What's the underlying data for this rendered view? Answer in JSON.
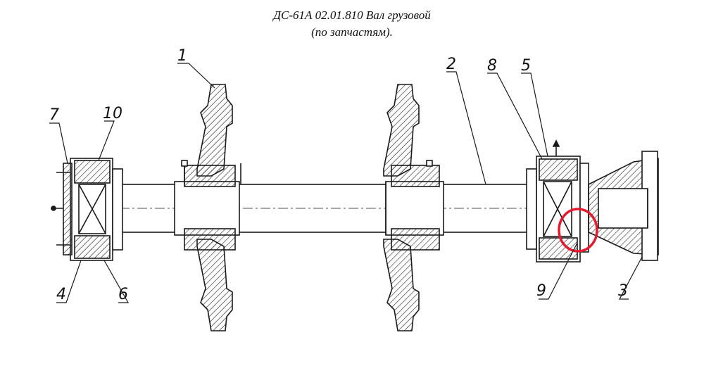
{
  "title": {
    "line1": "ДС-61А 02.01.810 Вал грузовой",
    "line2": "(по запчастям)."
  },
  "callouts": [
    "1",
    "2",
    "3",
    "4",
    "5",
    "6",
    "7",
    "8",
    "9",
    "10"
  ],
  "colors": {
    "line": "#1a1a1a",
    "highlight": "#e8192c"
  }
}
